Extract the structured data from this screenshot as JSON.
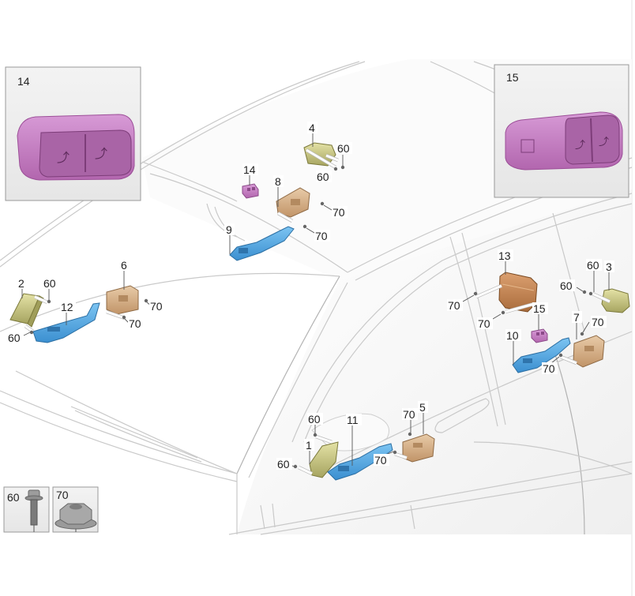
{
  "diagram": {
    "title": "Seat adjustment switches and control units — exploded parts view",
    "colors": {
      "switch_pink": "#c77fc4",
      "window_switch_blue": "#5aaee8",
      "control_unit_tan": "#d9b48f",
      "control_unit_orange": "#c98a55",
      "module_yellow": "#cfcf8a",
      "car_line": "#c9c9c9",
      "background_panel": "#eeeeee"
    },
    "insets": [
      {
        "id": "inset-14",
        "number": "14",
        "part": "seat switch (pink)"
      },
      {
        "id": "inset-15",
        "number": "15",
        "part": "seat switch (pink)"
      }
    ],
    "fastener_legend": [
      {
        "number": "60",
        "type": "bolt-icon"
      },
      {
        "number": "70",
        "type": "nut-icon"
      }
    ],
    "callouts": [
      {
        "key": "c1",
        "text": "1"
      },
      {
        "key": "c2",
        "text": "2"
      },
      {
        "key": "c3",
        "text": "3"
      },
      {
        "key": "c4",
        "text": "4"
      },
      {
        "key": "c5",
        "text": "5"
      },
      {
        "key": "c6",
        "text": "6"
      },
      {
        "key": "c7",
        "text": "7"
      },
      {
        "key": "c8",
        "text": "8"
      },
      {
        "key": "c9",
        "text": "9"
      },
      {
        "key": "c10",
        "text": "10"
      },
      {
        "key": "c11",
        "text": "11"
      },
      {
        "key": "c12",
        "text": "12"
      },
      {
        "key": "c13",
        "text": "13"
      },
      {
        "key": "c14",
        "text": "14"
      },
      {
        "key": "c15",
        "text": "15"
      },
      {
        "key": "f60a",
        "text": "60"
      },
      {
        "key": "f60b",
        "text": "60"
      },
      {
        "key": "f60c",
        "text": "60"
      },
      {
        "key": "f60d",
        "text": "60"
      },
      {
        "key": "f60e",
        "text": "60"
      },
      {
        "key": "f60f",
        "text": "60"
      },
      {
        "key": "f60g",
        "text": "60"
      },
      {
        "key": "f60h",
        "text": "60"
      },
      {
        "key": "f70a",
        "text": "70"
      },
      {
        "key": "f70b",
        "text": "70"
      },
      {
        "key": "f70c",
        "text": "70"
      },
      {
        "key": "f70d",
        "text": "70"
      },
      {
        "key": "f70e",
        "text": "70"
      },
      {
        "key": "f70f",
        "text": "70"
      },
      {
        "key": "f70g",
        "text": "70"
      },
      {
        "key": "f70h",
        "text": "70"
      },
      {
        "key": "f70i",
        "text": "70"
      },
      {
        "key": "f70j",
        "text": "70"
      }
    ]
  }
}
